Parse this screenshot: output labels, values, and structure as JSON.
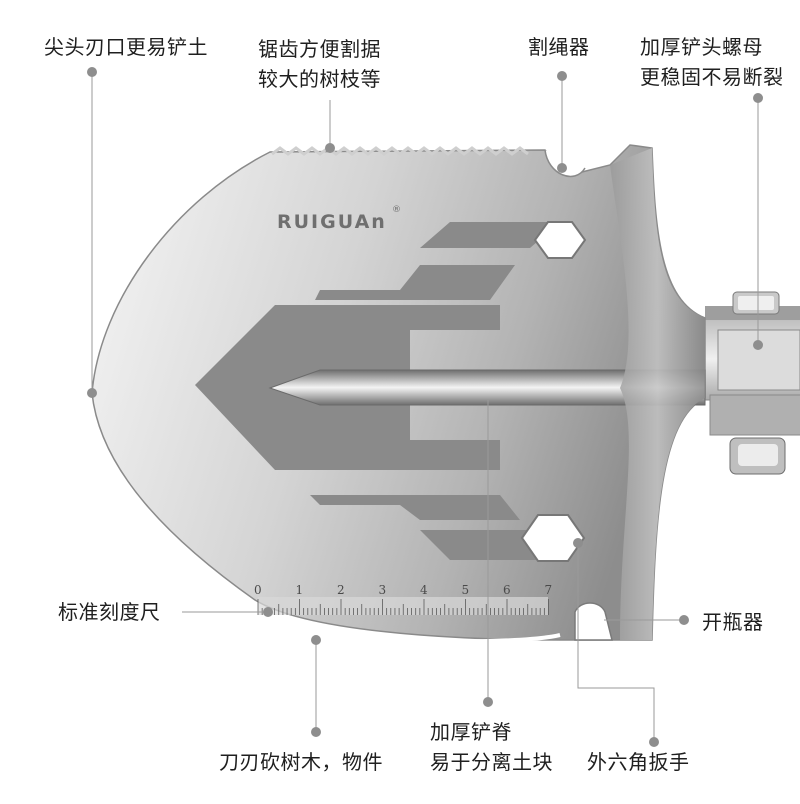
{
  "brand": {
    "name": "RUIGUAn",
    "mark": "®"
  },
  "ruler": {
    "ticks": [
      "0",
      "1",
      "2",
      "3",
      "4",
      "5",
      "6",
      "7"
    ]
  },
  "callouts": {
    "tip": [
      "尖头刃口更易铲土"
    ],
    "saw": [
      "锯齿方便割据",
      "较大的树枝等"
    ],
    "rope": [
      "割绳器"
    ],
    "nut": [
      "加厚铲头螺母",
      "更稳固不易断裂"
    ],
    "ruler": [
      "标准刻度尺"
    ],
    "opener": [
      "开瓶器"
    ],
    "edge": [
      "刀刃砍树木，物件"
    ],
    "spine": [
      "加厚铲脊",
      "易于分离土块"
    ],
    "hex": [
      "外六角扳手"
    ]
  },
  "colors": {
    "leader": "#9a9a9a",
    "dot": "#8e8e8e",
    "blade_light": "#eeeeee",
    "blade_dark": "#8c8c8c",
    "etch": "#8a8a8a"
  }
}
